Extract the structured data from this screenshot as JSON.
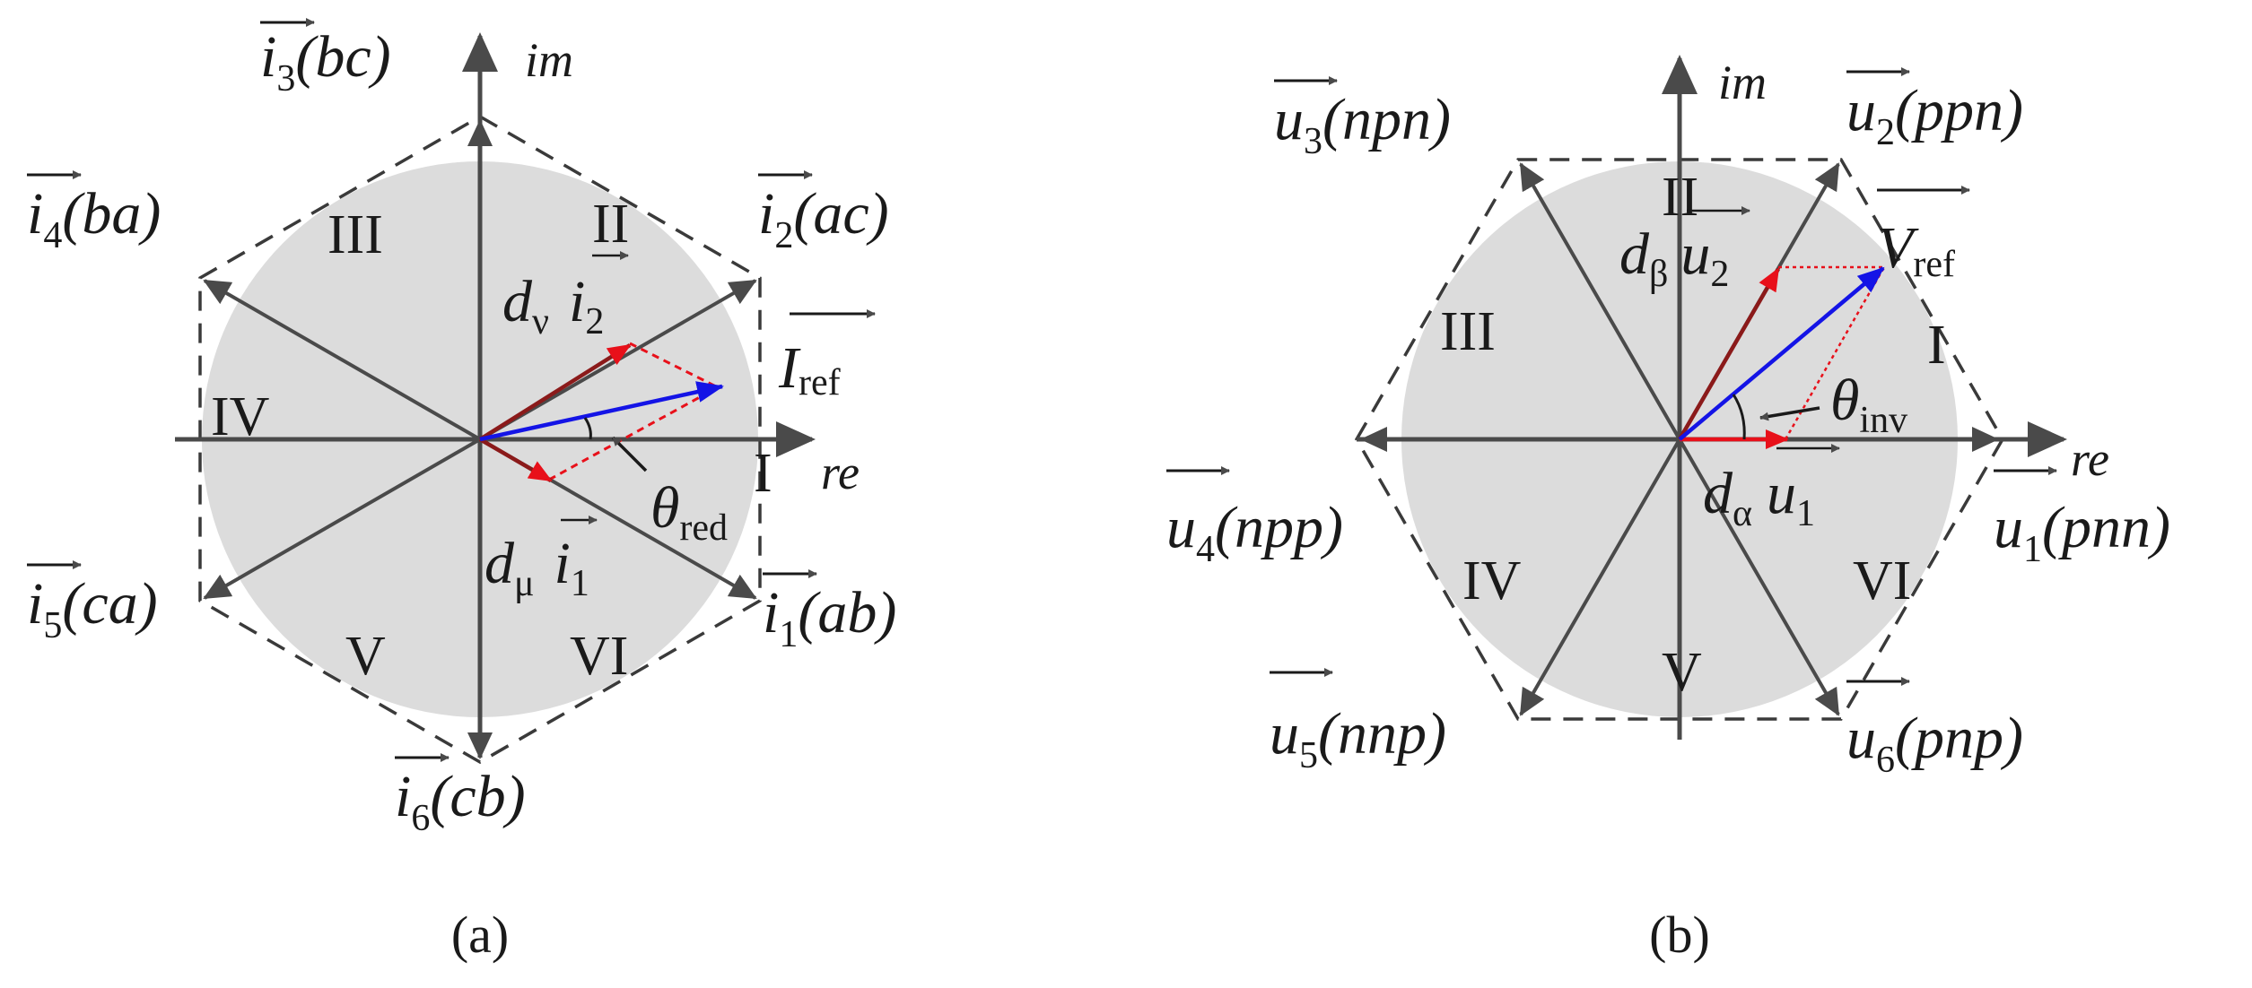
{
  "colors": {
    "circle_fill": "#dcdcdc",
    "axis": "#4a4a4a",
    "hexagon": "#3a3a3a",
    "component_vector": "#e8101a",
    "reference_vector": "#1414e6",
    "resultant_vector": "#8b1a1a",
    "text": "#1a1a1a"
  },
  "panel_a": {
    "caption": "(a)",
    "axes": {
      "im": "im",
      "re": "re"
    },
    "vectors": [
      {
        "base": "i",
        "sub": "1",
        "args": "(ab)"
      },
      {
        "base": "i",
        "sub": "2",
        "args": "(ac)"
      },
      {
        "base": "i",
        "sub": "3",
        "args": "(bc)"
      },
      {
        "base": "i",
        "sub": "4",
        "args": "(ba)"
      },
      {
        "base": "i",
        "sub": "5",
        "args": "(ca)"
      },
      {
        "base": "i",
        "sub": "6",
        "args": "(cb)"
      }
    ],
    "sectors": [
      "I",
      "II",
      "III",
      "IV",
      "V",
      "VI"
    ],
    "reference": {
      "base": "I",
      "sub": "ref"
    },
    "angle": {
      "symbol": "θ",
      "sub": "red"
    },
    "duty_nu": {
      "d": "d",
      "d_sub": "ν",
      "v": "i",
      "v_sub": "2"
    },
    "duty_mu": {
      "d": "d",
      "d_sub": "μ",
      "v": "i",
      "v_sub": "1"
    }
  },
  "panel_b": {
    "caption": "(b)",
    "axes": {
      "im": "im",
      "re": "re"
    },
    "vectors": [
      {
        "base": "u",
        "sub": "1",
        "args": "(pnn)"
      },
      {
        "base": "u",
        "sub": "2",
        "args": "(ppn)"
      },
      {
        "base": "u",
        "sub": "3",
        "args": "(npn)"
      },
      {
        "base": "u",
        "sub": "4",
        "args": "(npp)"
      },
      {
        "base": "u",
        "sub": "5",
        "args": "(nnp)"
      },
      {
        "base": "u",
        "sub": "6",
        "args": "(pnp)"
      }
    ],
    "sectors": [
      "I",
      "II",
      "III",
      "IV",
      "V",
      "VI"
    ],
    "reference": {
      "base": "V",
      "sub": "ref"
    },
    "angle": {
      "symbol": "θ",
      "sub": "inv"
    },
    "duty_beta": {
      "d": "d",
      "d_sub": "β",
      "v": "u",
      "v_sub": "2"
    },
    "duty_alpha": {
      "d": "d",
      "d_sub": "α",
      "v": "u",
      "v_sub": "1"
    }
  }
}
